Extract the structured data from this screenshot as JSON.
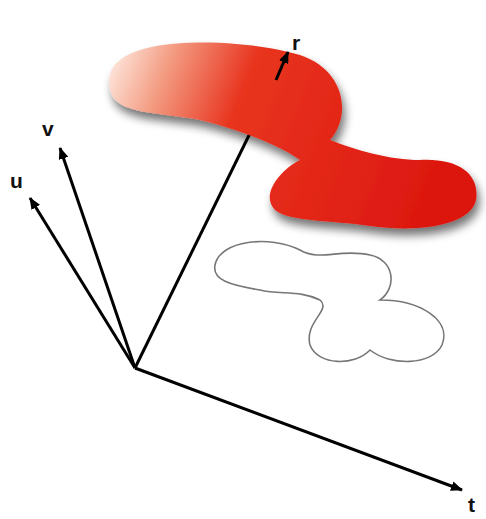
{
  "diagram": {
    "labels": [
      "u",
      "v",
      "r",
      "t"
    ]
  }
}
